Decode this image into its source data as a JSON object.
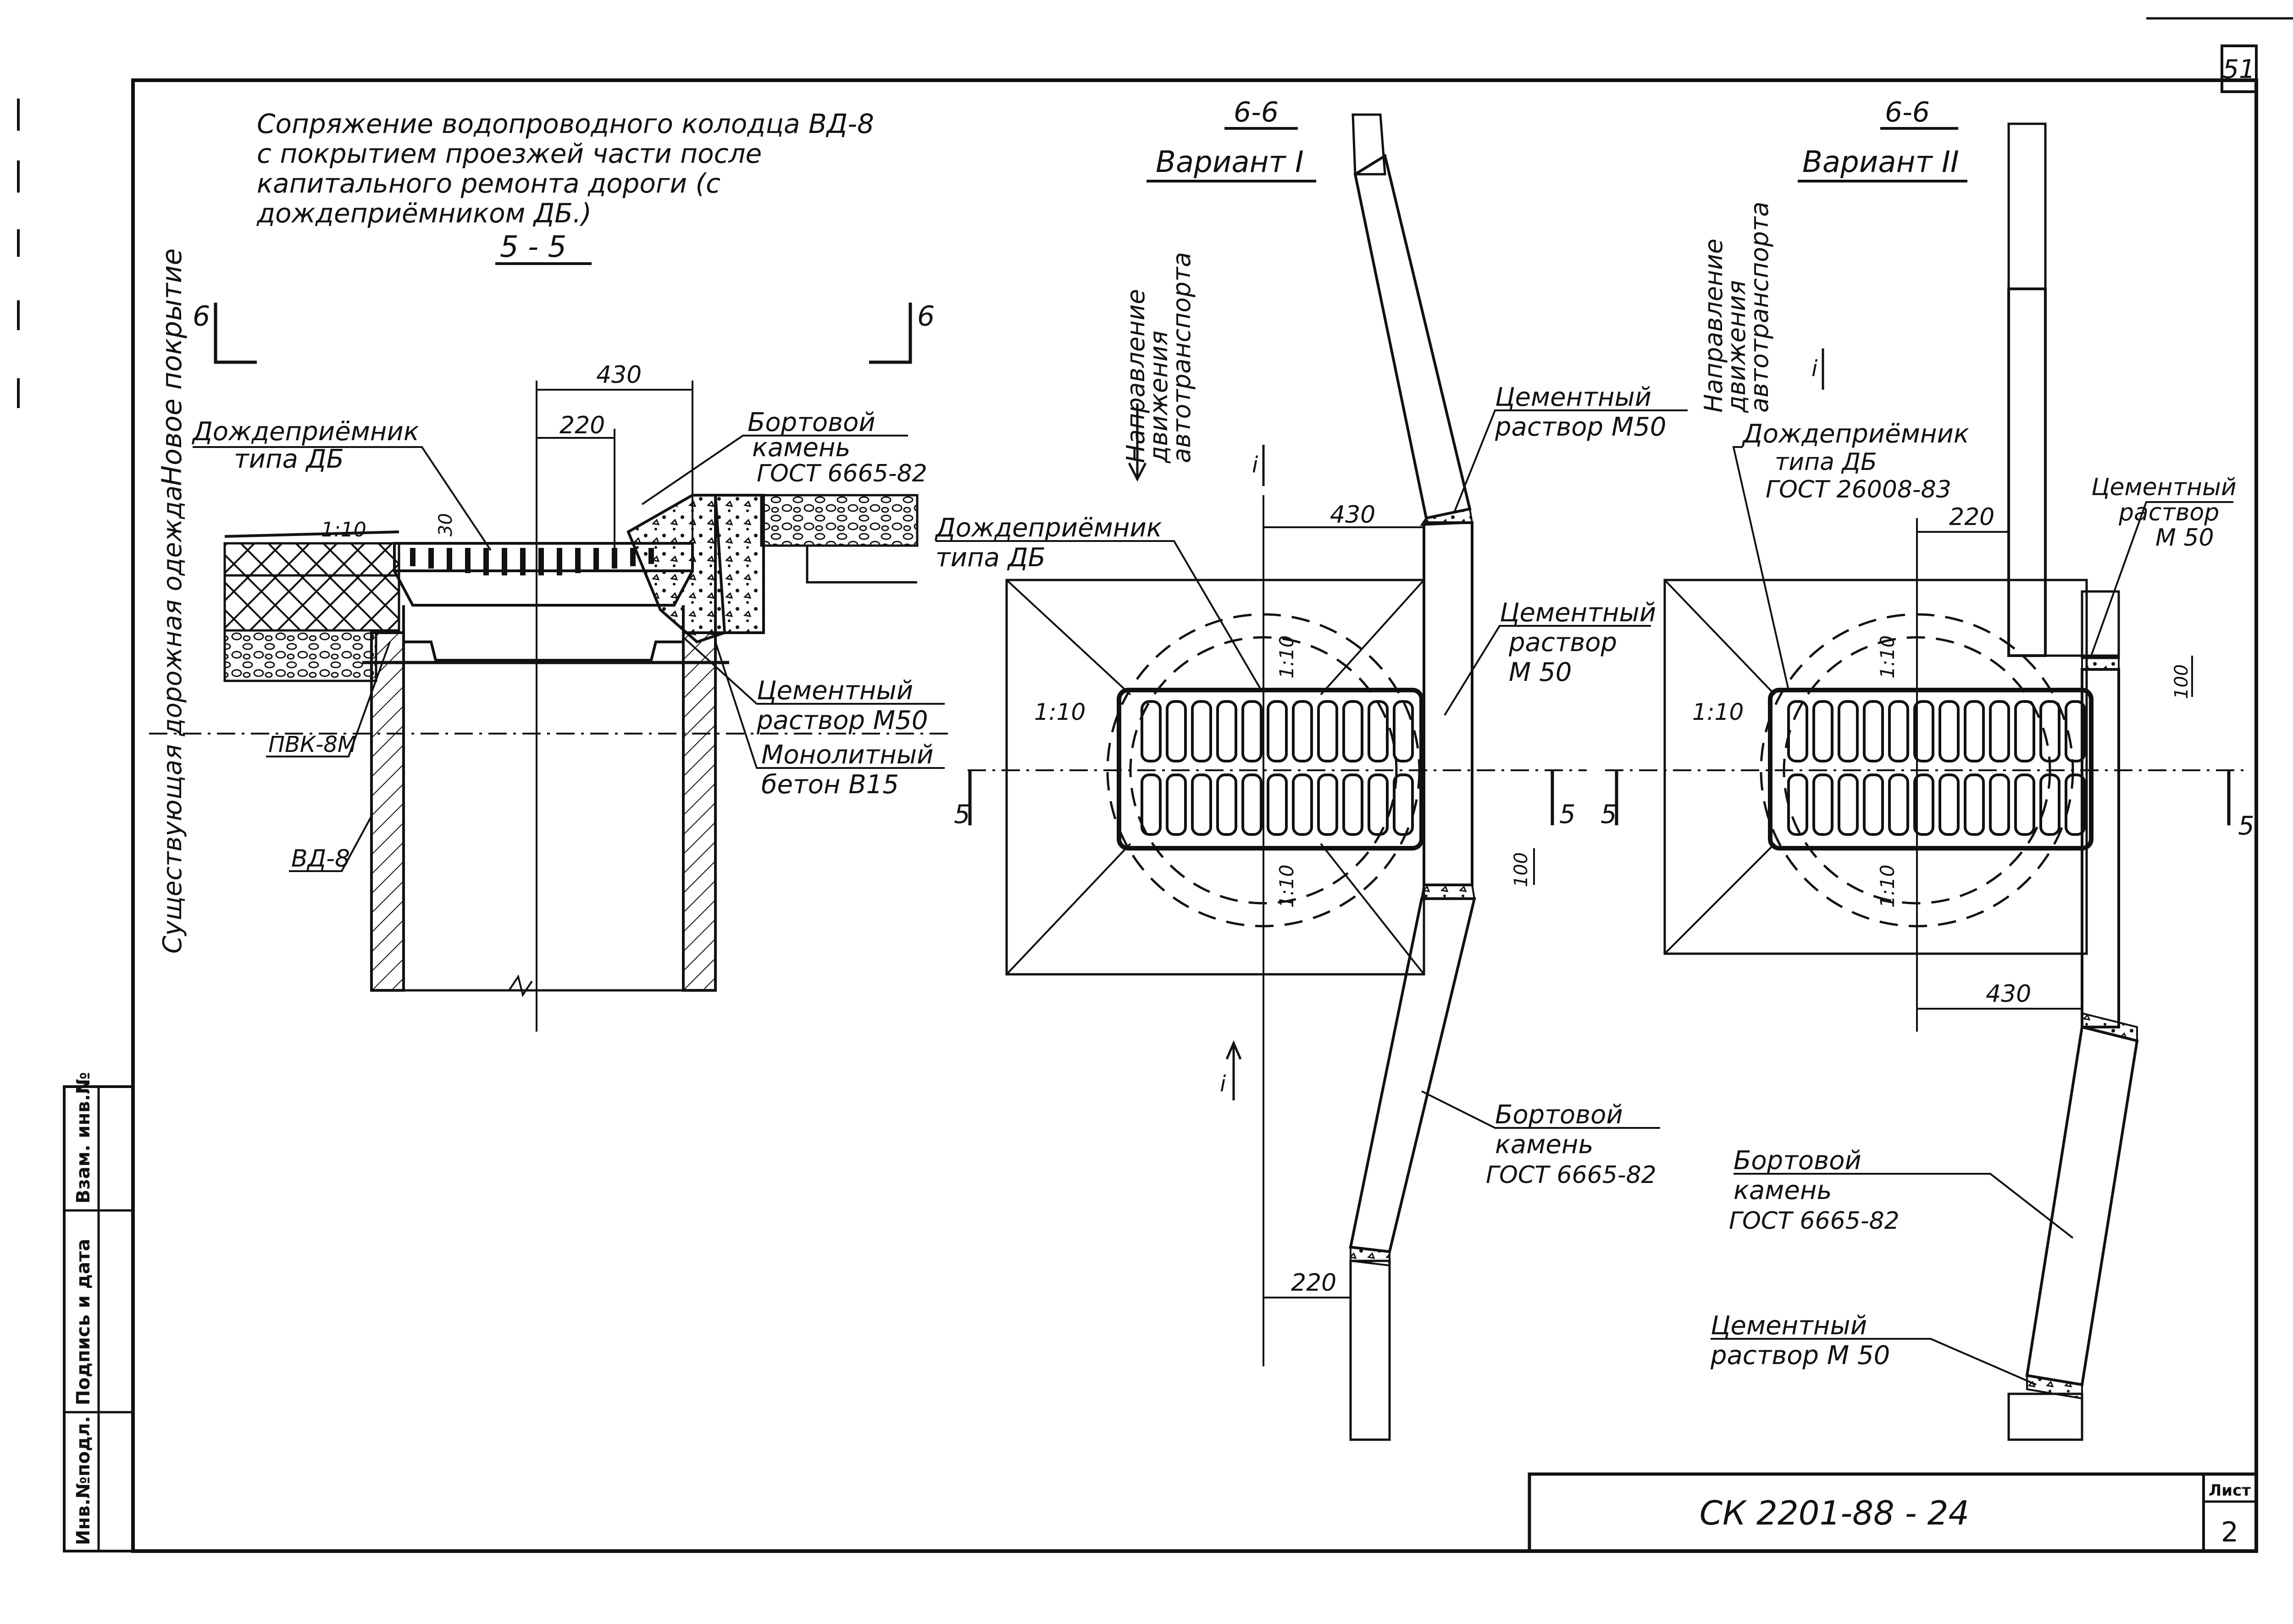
{
  "sheet": {
    "page_number": "51",
    "title": "Сопряжение водопроводного колодца ВД-8 с покрытием проезжей части после капитального ремонта дороги (с дождеприёмником ДБ)",
    "title_lines": [
      "Сопряжение  водопроводного  колодца  ВД-8",
      "с  покрытием  проезжей  части  после",
      "капитального  ремонта  дороги  (с",
      "дождеприёмником ДБ.)"
    ],
    "doc_code": "СК 2201-88 - 24",
    "list_label": "Лист",
    "list_number": "2",
    "side_stamp": [
      "Инв.№подл.",
      "Подпись и дата",
      "Взам. инв.№"
    ]
  },
  "section_5_5": {
    "section_label": "5 - 5",
    "cut_mark_left": "6",
    "cut_mark_right": "6",
    "labels": {
      "new_pavement": "Новое покрытие",
      "existing_pavement": "Существующая дорожная одежда",
      "rain_inlet": [
        "Дождеприёмник",
        "типа ДБ"
      ],
      "curb": [
        "Бортовой",
        "камень",
        "ГОСТ 6665-82"
      ],
      "mortar": [
        "Цементный",
        "раствор М50"
      ],
      "concrete": [
        "Монолитный",
        "бетон В15"
      ],
      "pvk": "ПВК-8М",
      "vd": "ВД-8"
    },
    "dims": {
      "d430": "430",
      "d220": "220",
      "d30": "30",
      "slope": "1:10"
    }
  },
  "variant_1": {
    "section_label": "6-6",
    "variant_label": "Вариант I",
    "direction": [
      "Направление",
      "движения",
      "автотранспорта"
    ],
    "labels": {
      "mortar_top": [
        "Цементный",
        "раствор М50"
      ],
      "rain_inlet": [
        "Дождеприёмник",
        "типа ДБ"
      ],
      "mortar_mid": [
        "Цементный",
        "раствор",
        "М 50"
      ],
      "curb": [
        "Бортовой",
        "камень",
        "ГОСТ 6665-82"
      ]
    },
    "dims": {
      "d430": "430",
      "d220": "220",
      "d100": "100",
      "slope1": "1:10",
      "slope2": "1:10",
      "slope3": "1:10"
    },
    "cut_marks": [
      "5",
      "5"
    ],
    "i_mark": "i"
  },
  "variant_2": {
    "section_label": "6-6",
    "variant_label": "Вариант II",
    "direction": [
      "Направление",
      "движения",
      "автотранспорта"
    ],
    "labels": {
      "rain_inlet": [
        "Дождеприёмник",
        "типа ДБ",
        "ГОСТ 26008-83"
      ],
      "mortar_top": [
        "Цементный",
        "раствор",
        "М 50"
      ],
      "curb": [
        "Бортовой",
        "камень",
        "ГОСТ 6665-82"
      ],
      "mortar_bottom": [
        "Цементный",
        "раствор М 50"
      ]
    },
    "dims": {
      "d220": "220",
      "d430": "430",
      "d100": "100",
      "slope1": "1:10",
      "slope2": "1:10",
      "slope3": "1:10"
    },
    "cut_marks": [
      "5",
      "5"
    ],
    "i_mark": "i"
  }
}
